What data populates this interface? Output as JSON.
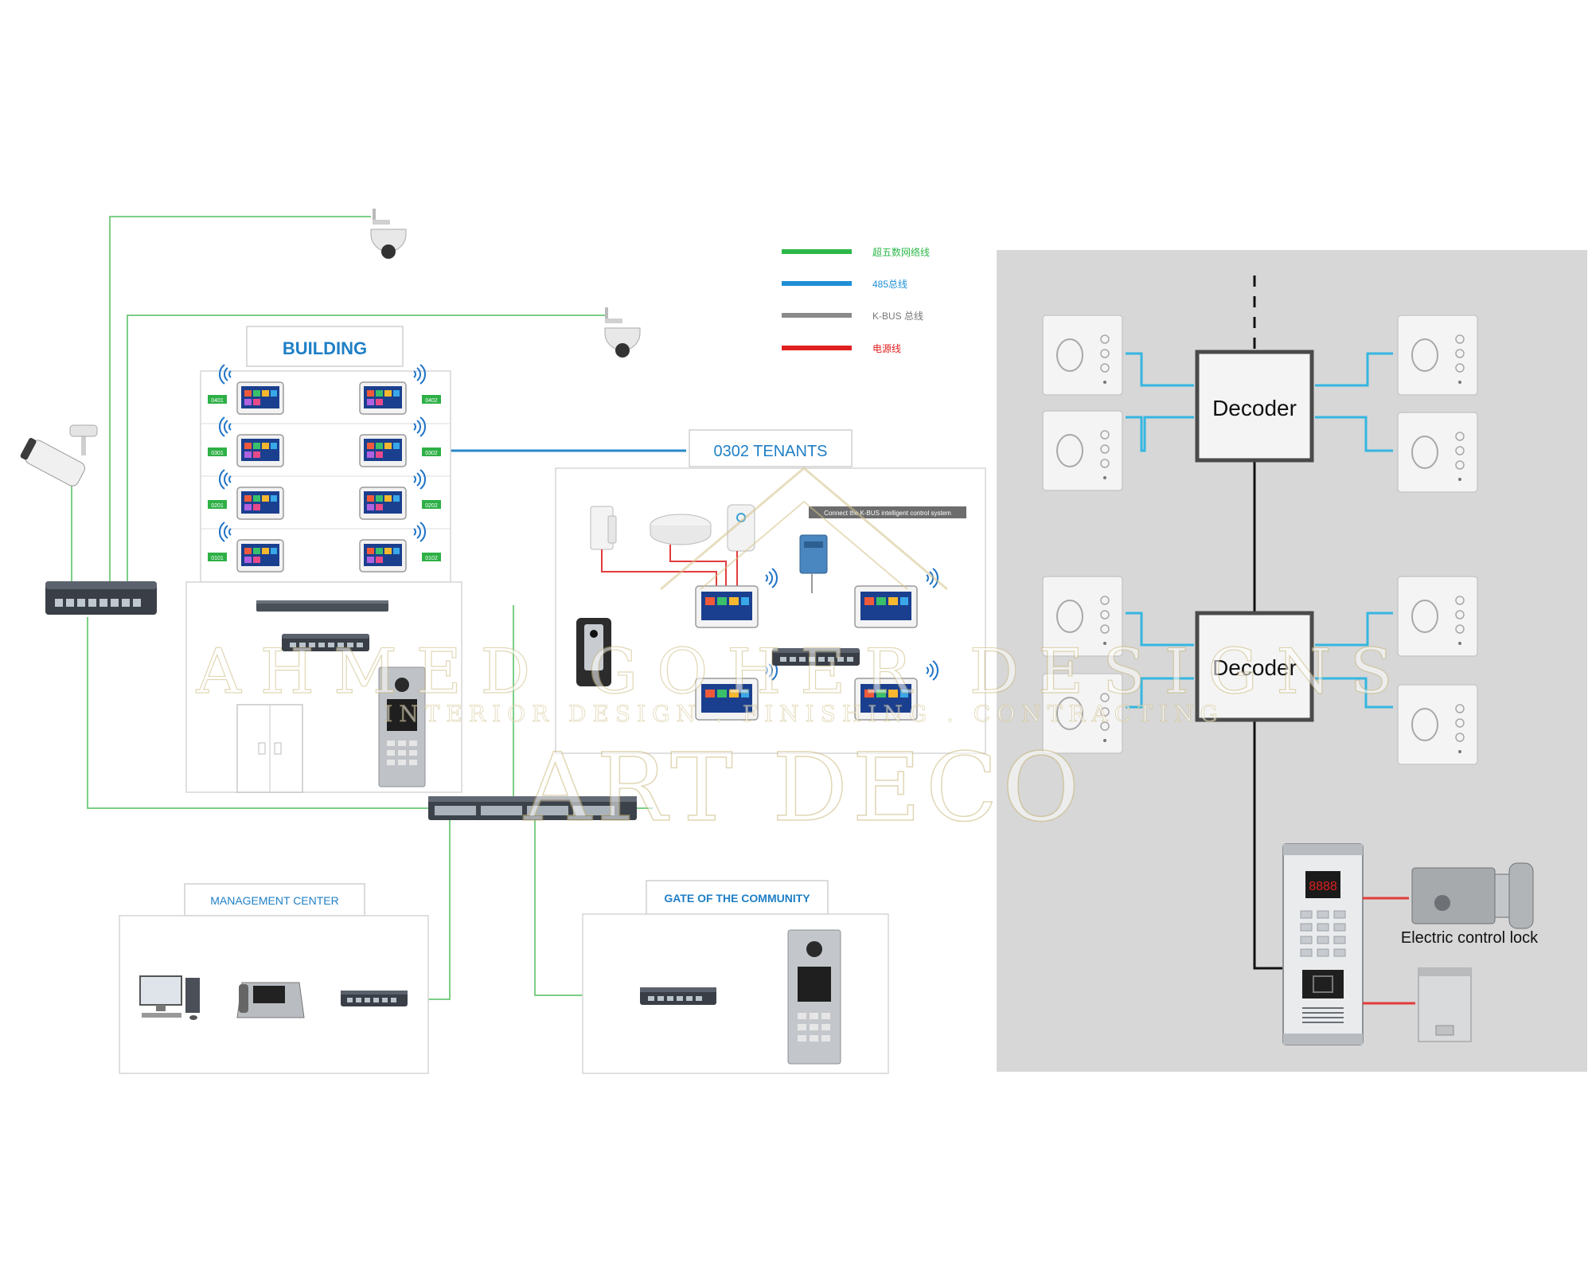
{
  "legend": [
    {
      "label": "超五数网络线",
      "color": "#2db84a"
    },
    {
      "label": "485总线",
      "color": "#1e8fd6"
    },
    {
      "label": "K-BUS 总线",
      "color": "#8a8a8a"
    },
    {
      "label": "电源线",
      "color": "#e02020"
    }
  ],
  "colors": {
    "network": "#7ccf86",
    "bus485": "#2a86c8",
    "kbus": "#9a9a9a",
    "power": "#e33b3b",
    "cyan": "#35b6e0",
    "panel": "#d7d7d7"
  },
  "building": {
    "title": "BUILDING",
    "units": [
      "0401",
      "0402",
      "0301",
      "0302",
      "0201",
      "0202",
      "0101",
      "0102"
    ]
  },
  "tenants": {
    "title": "0302 TENANTS",
    "kbus_caption": "Connect the K-BUS intelligent control system"
  },
  "management": {
    "title": "MANAGEMENT CENTER"
  },
  "gate": {
    "title": "GATE OF THE COMMUNITY"
  },
  "right_panel": {
    "decoder_top": "Decoder",
    "decoder_bottom": "Decoder",
    "door_station_display": "8888",
    "lock_label": "Electric control lock"
  },
  "watermark": {
    "line1": "AHMED GOHER DESIGNS",
    "line2": "INTERIOR DESIGN . FINISHING . CONTRACTING",
    "line3": "ART DECO"
  },
  "icons": [
    "dome-camera-icon",
    "bullet-camera-icon",
    "network-switch-icon",
    "indoor-monitor-icon",
    "wifi-icon",
    "door-station-icon",
    "pc-icon",
    "desk-phone-icon",
    "sensor-icon",
    "smoke-detector-icon",
    "indoor-phone-icon",
    "electric-lock-icon",
    "power-supply-icon"
  ]
}
